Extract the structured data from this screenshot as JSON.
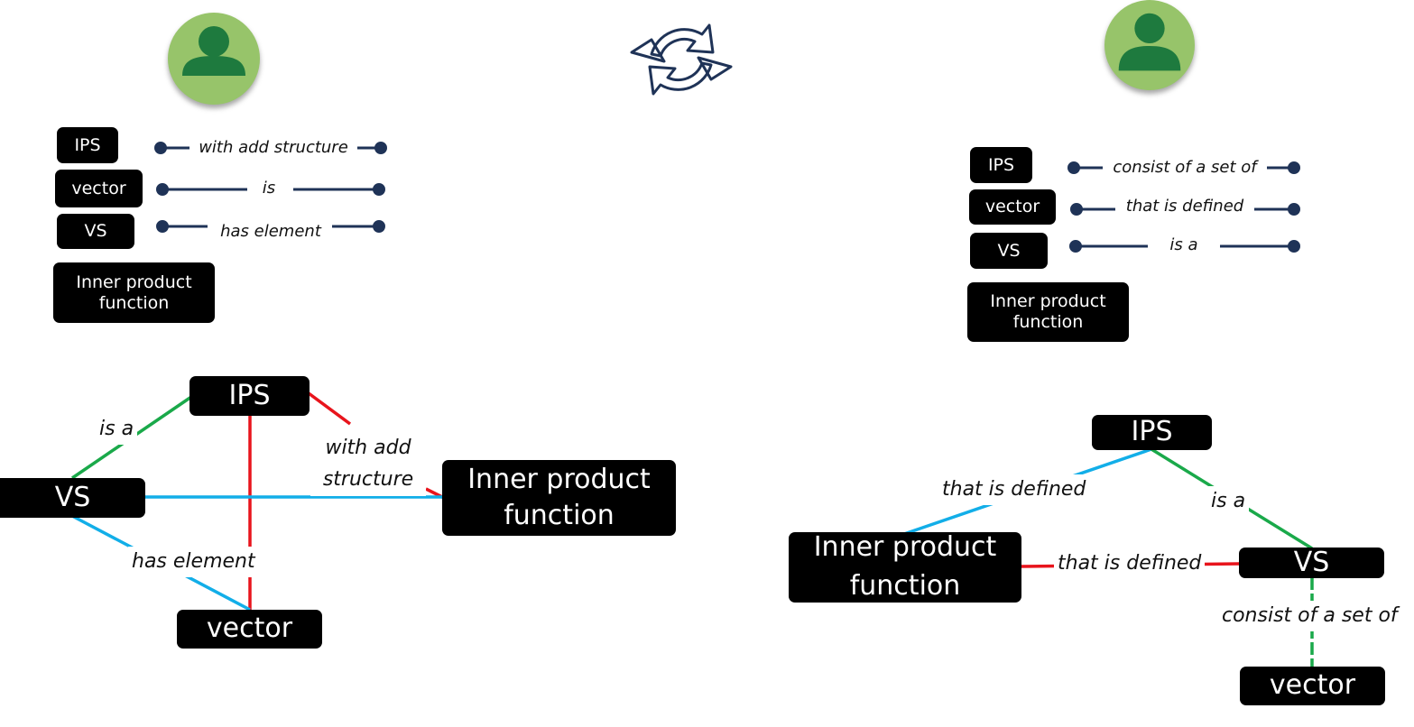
{
  "left": {
    "legend": {
      "nodes": [
        "IPS",
        "vector",
        "VS",
        "Inner product function"
      ],
      "relations": [
        "with add structure",
        "is",
        "has element"
      ]
    },
    "graph": {
      "nodes": {
        "ips": "IPS",
        "vs": "VS",
        "ipf": "Inner product function",
        "vector": "vector"
      },
      "edges": {
        "is_a": "is a",
        "with_add_structure": "with add structure",
        "has_element": "has element"
      }
    }
  },
  "right": {
    "legend": {
      "nodes": [
        "IPS",
        "vector",
        "VS",
        "Inner product function"
      ],
      "relations": [
        "consist of a set of",
        "that is defined",
        "is a"
      ]
    },
    "graph": {
      "nodes": {
        "ips": "IPS",
        "ipf": "Inner product function",
        "vs": "VS",
        "vector": "vector"
      },
      "edges": {
        "that_is_defined_top": "that is defined",
        "is_a": "is a",
        "that_is_defined_mid": "that is defined",
        "consist_of": "consist of a set of"
      }
    }
  },
  "icons": {
    "left_user": "user-avatar-icon",
    "exchange": "sync-arrows-icon",
    "right_user": "user-avatar-icon"
  },
  "colors": {
    "red": "#e8141c",
    "blue": "#12aee8",
    "green": "#1aa94a",
    "navy": "#1f3357",
    "avatar_bg": "#97c46a",
    "avatar_fg": "#1e7a3e"
  }
}
